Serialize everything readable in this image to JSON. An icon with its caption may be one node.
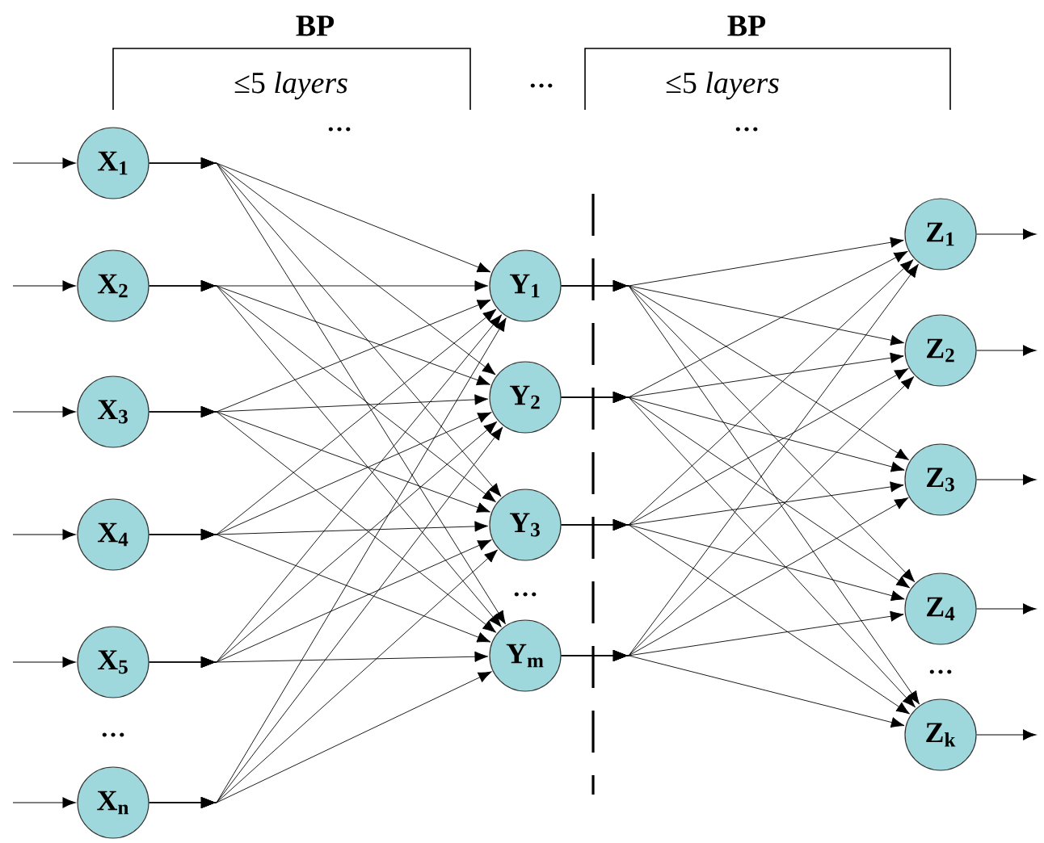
{
  "diagram": {
    "nodes": [
      {
        "text": [
          "X$_{1}$"
        ]
      },
      {
        "text": [
          "X$_{2}$"
        ]
      },
      {
        "text": [
          "X$_{3}$"
        ]
      },
      {
        "text": [
          "X$_{4}$"
        ]
      },
      {
        "text": [
          "X$_{5}$"
        ]
      },
      {
        "text": [
          "X$_{n}$"
        ]
      },
      {
        "text": [
          "Y$_{1}$"
        ]
      },
      {
        "text": [
          "Y$_{2}$"
        ]
      },
      {
        "text": [
          "Y$_{3}$"
        ]
      },
      {
        "text": [
          "Y$_{m}$"
        ]
      },
      {
        "text": [
          "Z$_{1}$"
        ]
      },
      {
        "text": [
          "Z$_{2}$"
        ]
      },
      {
        "text": [
          "Z$_{3}$"
        ]
      },
      {
        "text": [
          "Z$_{4}$"
        ]
      },
      {
        "text": [
          "Z$_{k}$"
        ]
      }
    ],
    "edges": [
      {
        "from": null,
        "to": 0,
        "arrow": "to"
      },
      {
        "from": null,
        "to": 1,
        "arrow": "to"
      },
      {
        "from": null,
        "to": 2,
        "arrow": "to"
      },
      {
        "from": null,
        "to": 3,
        "arrow": "to"
      },
      {
        "from": null,
        "to": 4,
        "arrow": "to"
      },
      {
        "from": null,
        "to": 5,
        "arrow": "to"
      },
      {
        "from": 0,
        "to": 6,
        "arrow": "to"
      },
      {
        "from": 0,
        "to": 7,
        "arrow": "to"
      },
      {
        "from": 0,
        "to": 8,
        "arrow": "to"
      },
      {
        "from": 0,
        "to": 9,
        "arrow": "to"
      },
      {
        "from": 1,
        "to": 6,
        "arrow": "to"
      },
      {
        "from": 1,
        "to": 7,
        "arrow": "to"
      },
      {
        "from": 1,
        "to": 8,
        "arrow": "to"
      },
      {
        "from": 1,
        "to": 9,
        "arrow": "to"
      },
      {
        "from": 2,
        "to": 6,
        "arrow": "to"
      },
      {
        "from": 2,
        "to": 7,
        "arrow": "to"
      },
      {
        "from": 2,
        "to": 8,
        "arrow": "to"
      },
      {
        "from": 2,
        "to": 9,
        "arrow": "to"
      },
      {
        "from": 3,
        "to": 6,
        "arrow": "to"
      },
      {
        "from": 3,
        "to": 7,
        "arrow": "to"
      },
      {
        "from": 3,
        "to": 8,
        "arrow": "to"
      },
      {
        "from": 3,
        "to": 9,
        "arrow": "to"
      },
      {
        "from": 4,
        "to": 6,
        "arrow": "to"
      },
      {
        "from": 4,
        "to": 7,
        "arrow": "to"
      },
      {
        "from": 4,
        "to": 8,
        "arrow": "to"
      },
      {
        "from": 4,
        "to": 9,
        "arrow": "to"
      },
      {
        "from": 5,
        "to": 6,
        "arrow": "to"
      },
      {
        "from": 5,
        "to": 7,
        "arrow": "to"
      },
      {
        "from": 5,
        "to": 8,
        "arrow": "to"
      },
      {
        "from": 5,
        "to": 9,
        "arrow": "to"
      },
      {
        "from": 6,
        "to": 10,
        "arrow": "to"
      },
      {
        "from": 6,
        "to": 11,
        "arrow": "to"
      },
      {
        "from": 6,
        "to": 12,
        "arrow": "to"
      },
      {
        "from": 6,
        "to": 13,
        "arrow": "to"
      },
      {
        "from": 6,
        "to": 14,
        "arrow": "to"
      },
      {
        "from": 7,
        "to": 10,
        "arrow": "to"
      },
      {
        "from": 7,
        "to": 11,
        "arrow": "to"
      },
      {
        "from": 7,
        "to": 12,
        "arrow": "to"
      },
      {
        "from": 7,
        "to": 13,
        "arrow": "to"
      },
      {
        "from": 7,
        "to": 14,
        "arrow": "to"
      },
      {
        "from": 8,
        "to": 10,
        "arrow": "to"
      },
      {
        "from": 8,
        "to": 11,
        "arrow": "to"
      },
      {
        "from": 8,
        "to": 12,
        "arrow": "to"
      },
      {
        "from": 8,
        "to": 13,
        "arrow": "to"
      },
      {
        "from": 8,
        "to": 14,
        "arrow": "to"
      },
      {
        "from": 9,
        "to": 10,
        "arrow": "to"
      },
      {
        "from": 9,
        "to": 11,
        "arrow": "to"
      },
      {
        "from": 9,
        "to": 12,
        "arrow": "to"
      },
      {
        "from": 9,
        "to": 13,
        "arrow": "to"
      },
      {
        "from": 9,
        "to": 14,
        "arrow": "to"
      },
      {
        "from": 10,
        "to": null,
        "arrow": "to"
      },
      {
        "from": 11,
        "to": null,
        "arrow": "to"
      },
      {
        "from": 12,
        "to": null,
        "arrow": "to"
      },
      {
        "from": 13,
        "to": null,
        "arrow": "to"
      },
      {
        "from": 14,
        "to": null,
        "arrow": "to"
      }
    ],
    "labels": [
      "BP",
      "BP",
      "≤5 *layers*",
      "…",
      "≤5 *layers*",
      "…",
      "…",
      "…",
      "…",
      "…"
    ]
  }
}
